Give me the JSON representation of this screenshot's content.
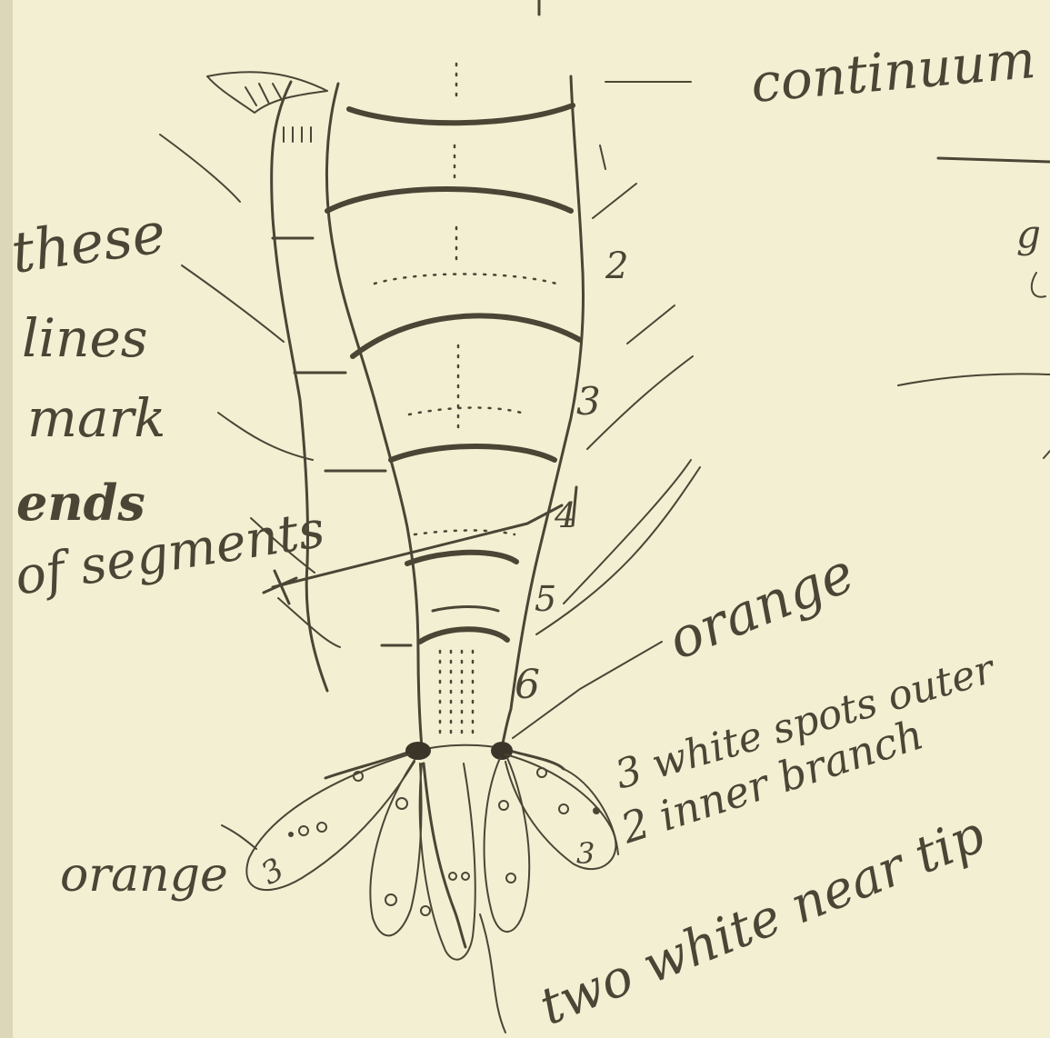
{
  "notes": {
    "top_right": "continuum",
    "left_block": [
      "these",
      "lines",
      "mark",
      "ends",
      "of segments"
    ],
    "orange_top": "orange",
    "white_spots_line1": "3 white spots outer",
    "white_spots_line2": "2 inner branch",
    "orange_left": "orange",
    "near_tip": "two white near tip",
    "right_fragment": "g"
  },
  "segment_numbers": [
    "2",
    "3",
    "4",
    "5",
    "6"
  ],
  "spot_labels": [
    "3",
    "3"
  ],
  "colors": {
    "paper": "#f3efd2",
    "ink": "#4a4535",
    "margin": "#dcd7b8"
  }
}
